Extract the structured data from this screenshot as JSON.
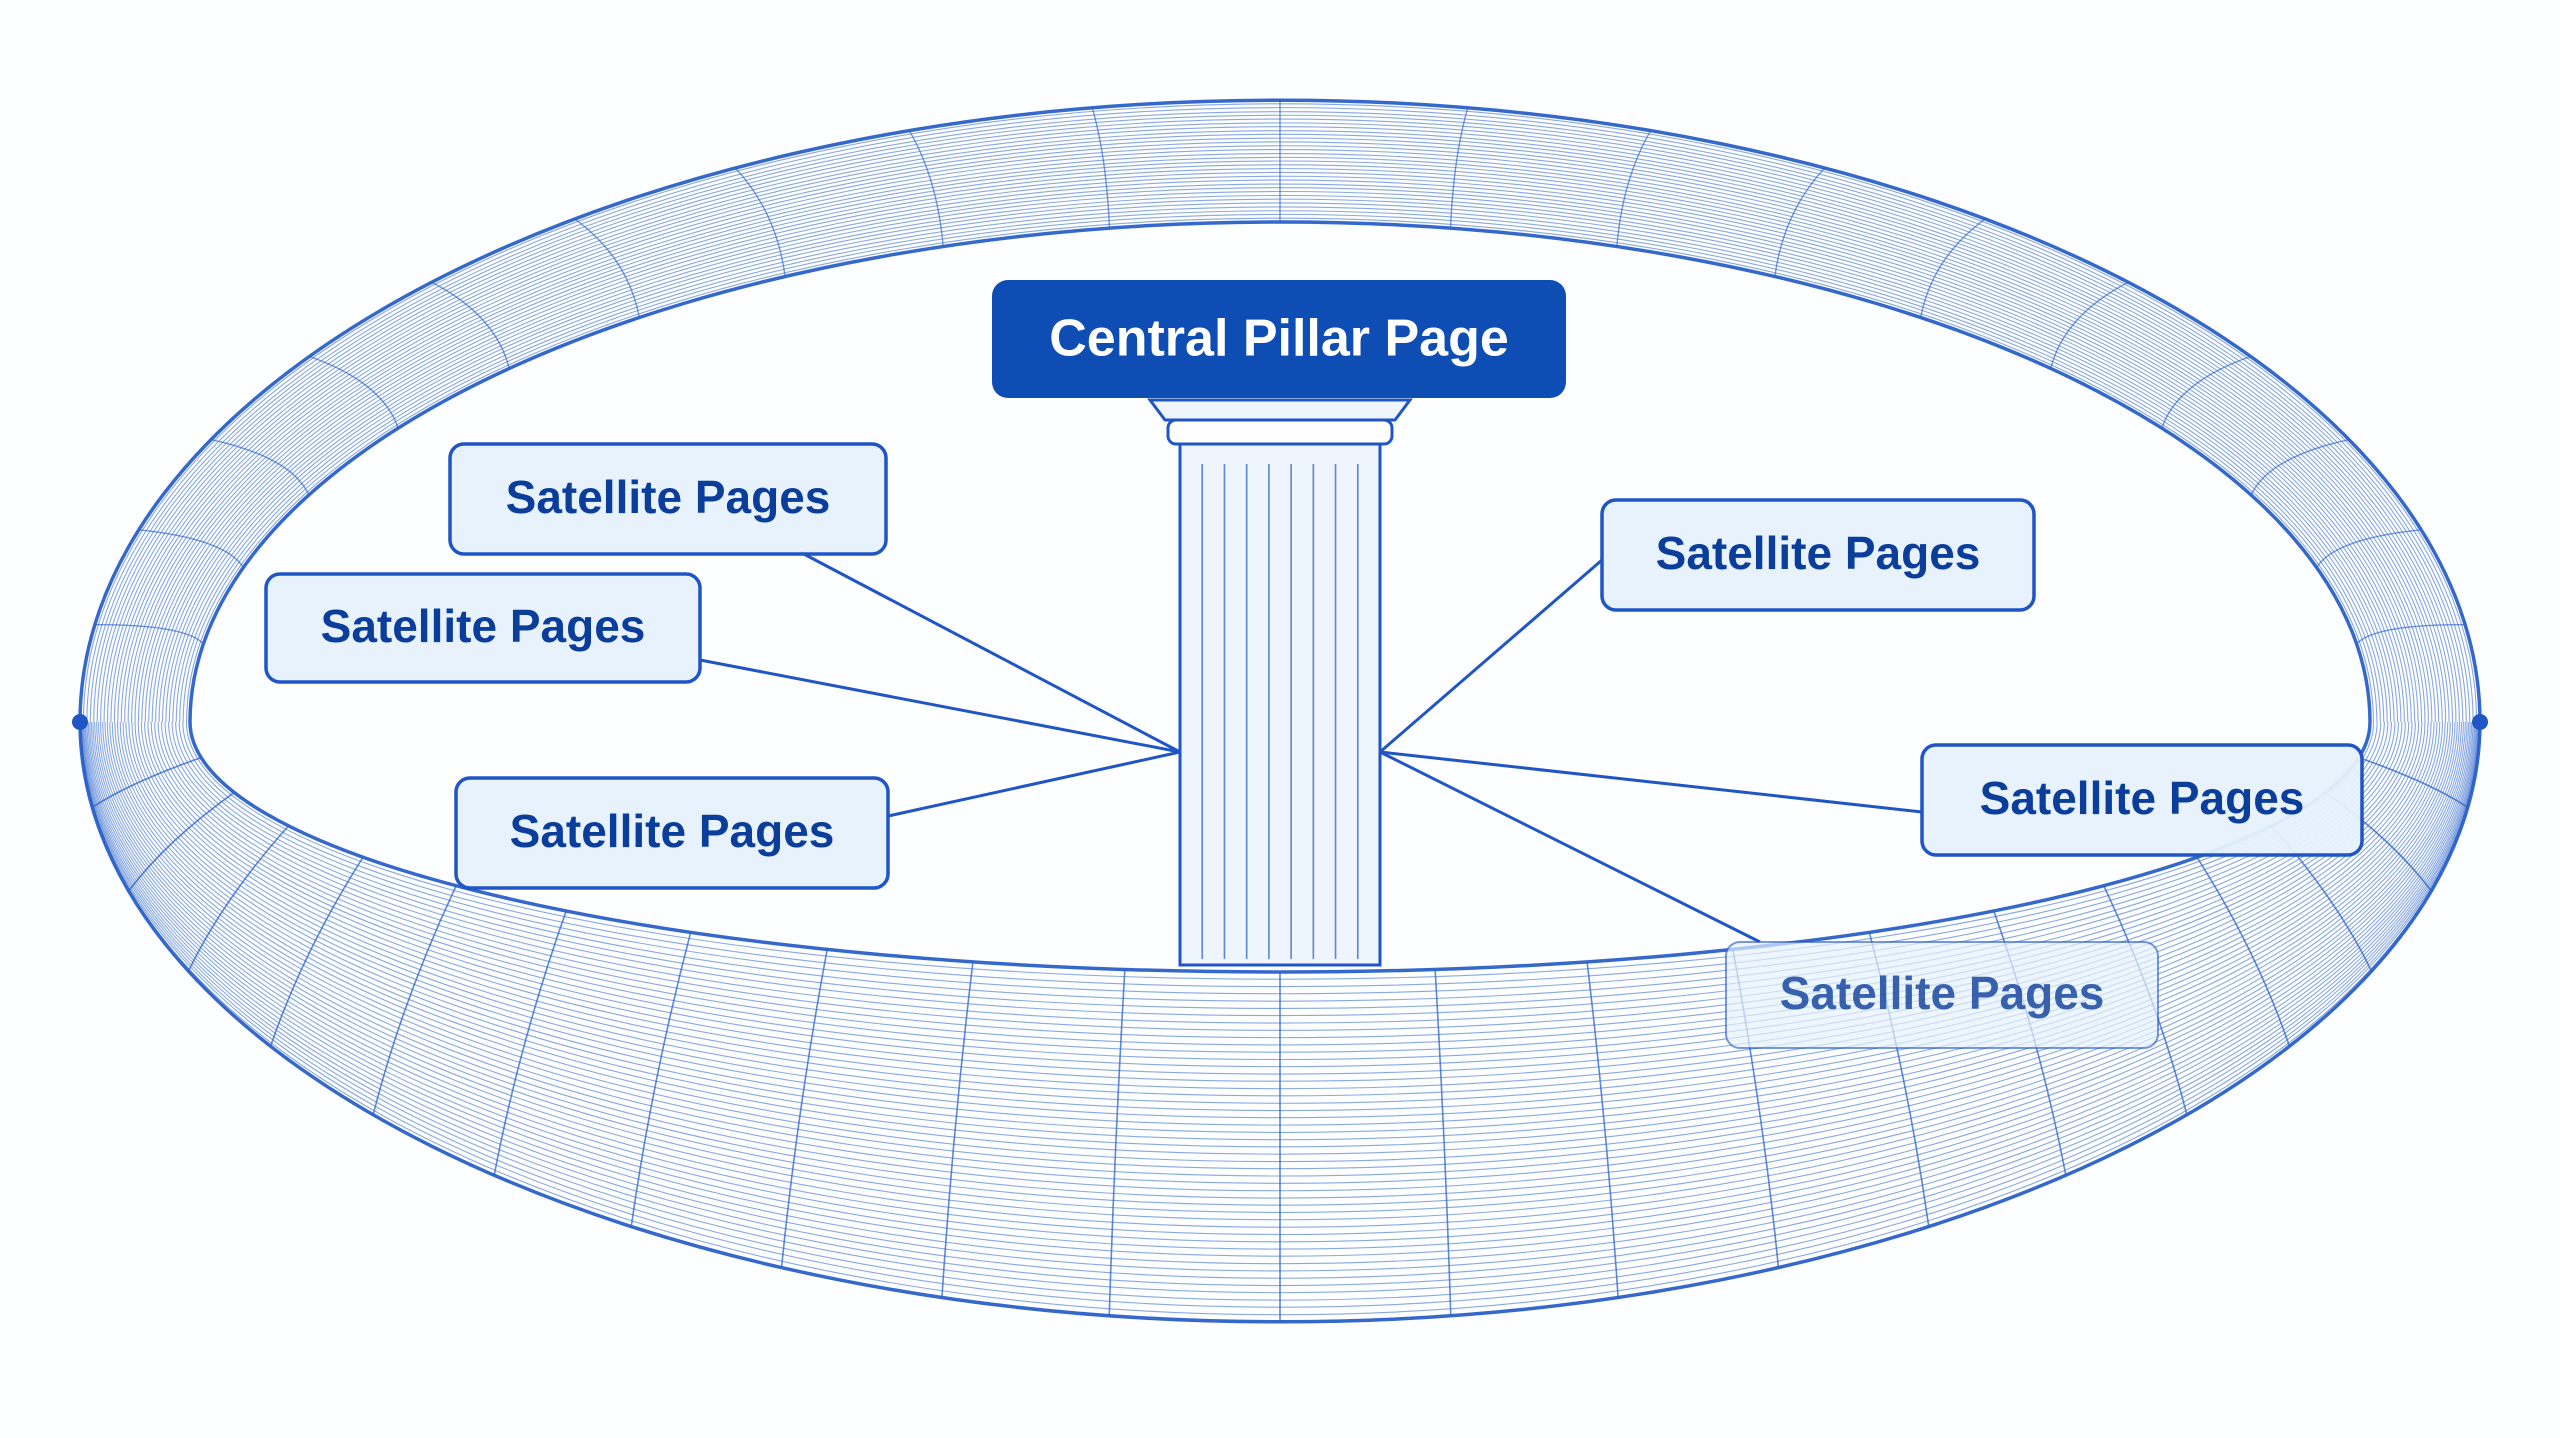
{
  "diagram": {
    "pillar": {
      "label": "Central Pillar Page"
    },
    "satellites": [
      {
        "label": "Satellite Pages"
      },
      {
        "label": "Satellite Pages"
      },
      {
        "label": "Satellite Pages"
      },
      {
        "label": "Satellite Pages"
      },
      {
        "label": "Satellite Pages"
      },
      {
        "label": "Satellite Pages"
      }
    ]
  },
  "colors": {
    "line": "#1f55c4",
    "wire": "#2a60c8",
    "label_fill": "#e6f1fc",
    "label_border": "#1f55c4",
    "label_text": "#0b3d9a",
    "pillar_fill": "#0e4db4",
    "pillar_text": "#ffffff",
    "column_fill": "#eef5fc"
  }
}
